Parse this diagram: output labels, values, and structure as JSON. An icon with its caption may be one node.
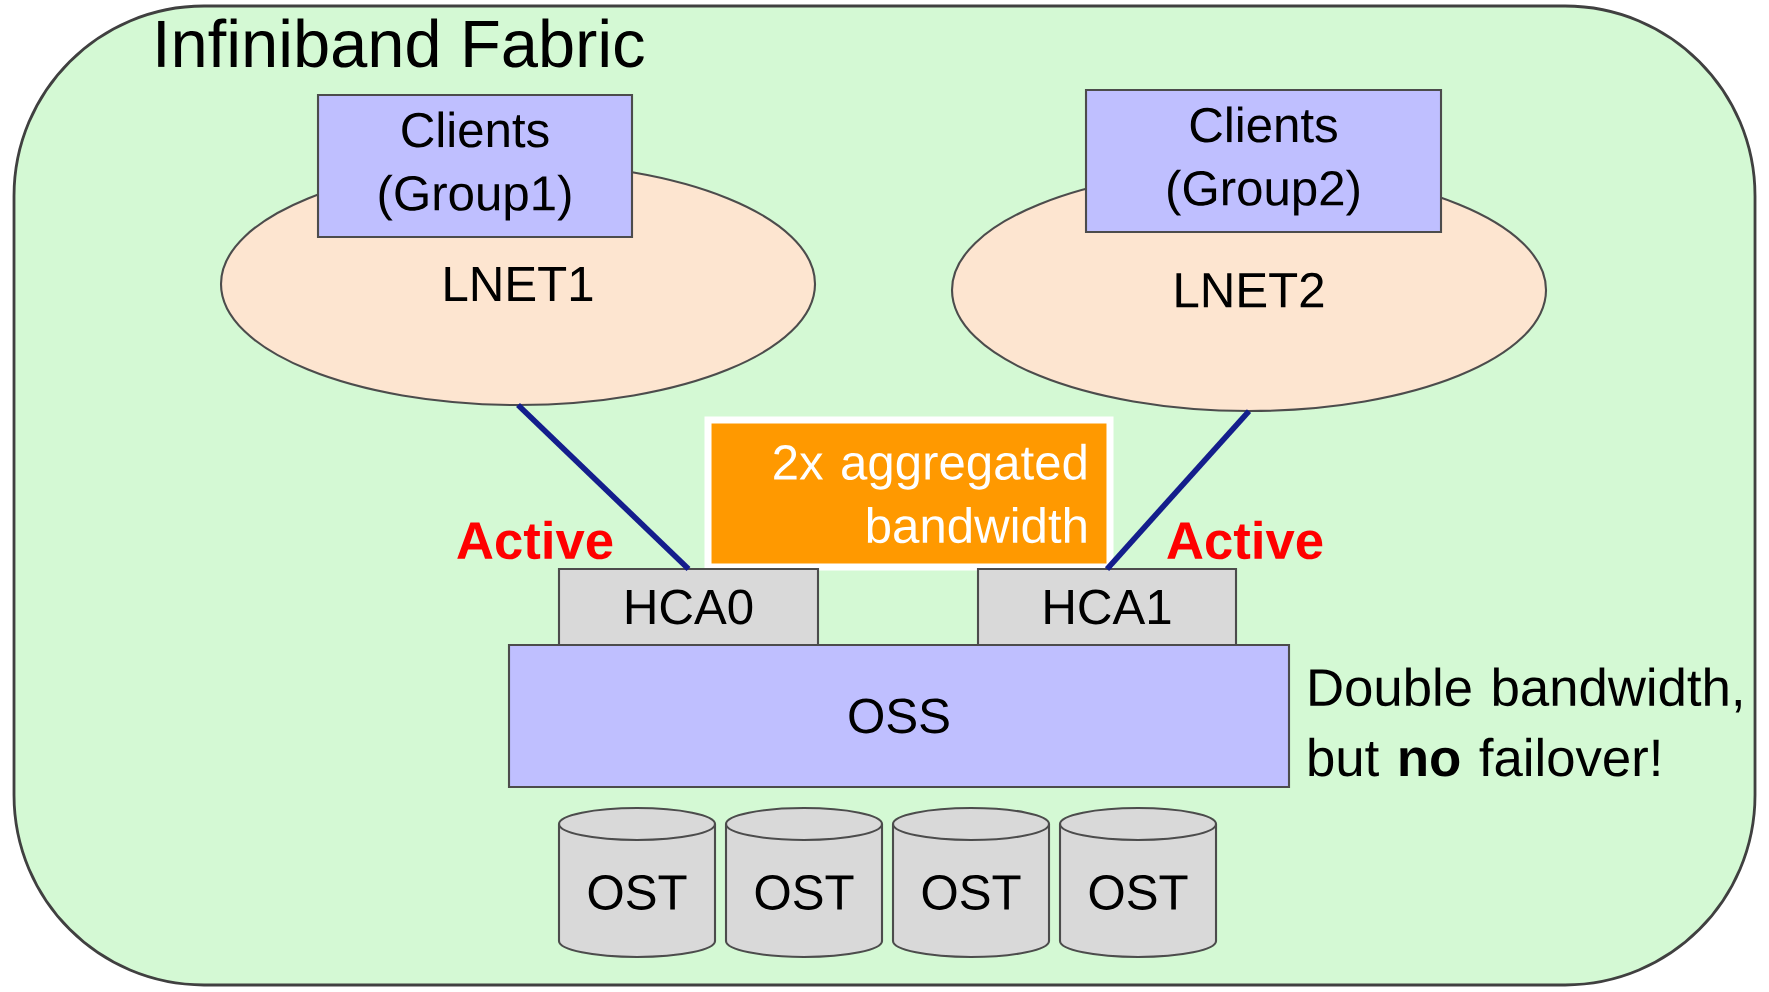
{
  "diagram": {
    "nodes": [
      {
        "text": [
          "Infiniband Fabric"
        ]
      },
      {
        "text": [
          "Clients (Group1)"
        ],
        "in": 0
      },
      {
        "text": [
          "LNET1"
        ],
        "in": 0
      },
      {
        "text": [
          "Clients (Group2)"
        ],
        "in": 0
      },
      {
        "text": [
          "LNET2"
        ],
        "in": 0
      },
      {
        "text": [
          "2x aggregated bandwidth"
        ],
        "in": 0
      },
      {
        "text": [
          "HCA0"
        ],
        "in": 0,
        "beside": [
          "Active"
        ]
      },
      {
        "text": [
          "HCA1"
        ],
        "in": 0,
        "beside": [
          "Active"
        ]
      },
      {
        "text": [
          "OSS"
        ],
        "in": 0
      },
      {
        "text": [
          "OST"
        ],
        "in": 0
      },
      {
        "text": [
          "OST"
        ],
        "in": 0
      },
      {
        "text": [
          "OST"
        ],
        "in": 0
      },
      {
        "text": [
          "OST"
        ],
        "in": 0
      }
    ],
    "edges": [
      {
        "from": 2,
        "to": 6,
        "arrow": "none"
      },
      {
        "from": 4,
        "to": 7,
        "arrow": "none"
      }
    ],
    "labels": [
      "Double bandwidth, but **no** failover!"
    ]
  }
}
